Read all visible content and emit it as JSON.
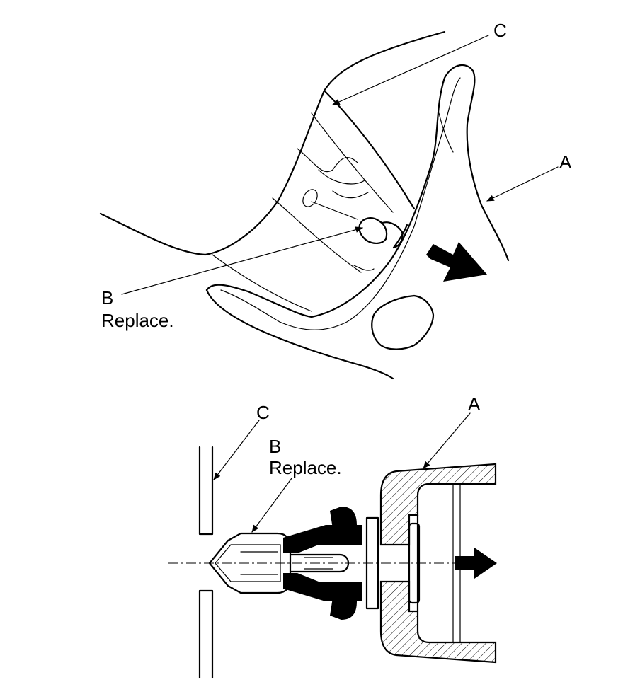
{
  "top_view": {
    "label_c": "C",
    "label_a": "A",
    "label_b": "B",
    "label_b_note": "Replace."
  },
  "section_view": {
    "label_c": "C",
    "label_a": "A",
    "label_b": "B",
    "label_b_note": "Replace."
  },
  "colors": {
    "ink": "#000000",
    "paper": "#ffffff"
  }
}
